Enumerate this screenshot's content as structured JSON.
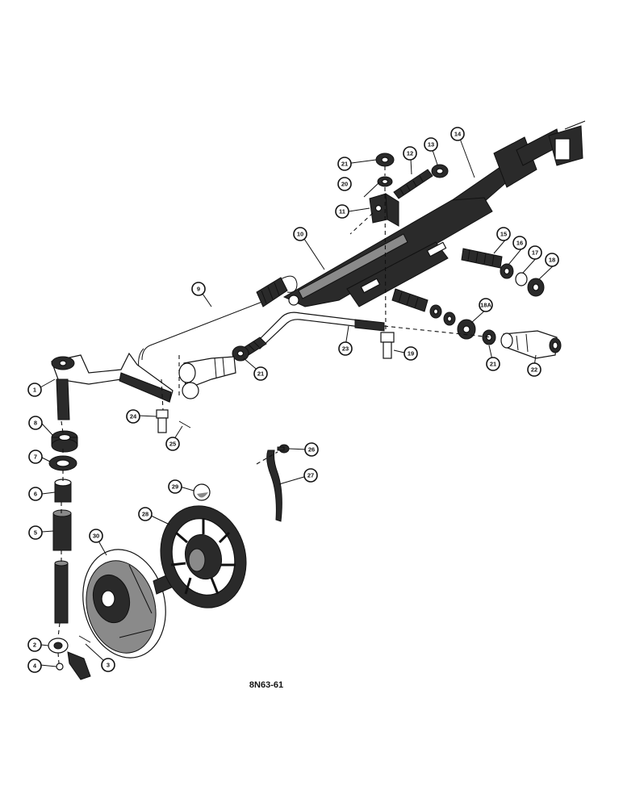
{
  "figure_code": "8N63-61",
  "callouts": [
    {
      "label": "1"
    },
    {
      "label": "2"
    },
    {
      "label": "3"
    },
    {
      "label": "4"
    },
    {
      "label": "5"
    },
    {
      "label": "6"
    },
    {
      "label": "7"
    },
    {
      "label": "8"
    },
    {
      "label": "9"
    },
    {
      "label": "10"
    },
    {
      "label": "11"
    },
    {
      "label": "12"
    },
    {
      "label": "13"
    },
    {
      "label": "14"
    },
    {
      "label": "15"
    },
    {
      "label": "16"
    },
    {
      "label": "17"
    },
    {
      "label": "18"
    },
    {
      "label": "18A"
    },
    {
      "label": "19"
    },
    {
      "label": "20"
    },
    {
      "label": "20"
    },
    {
      "label": "21"
    },
    {
      "label": "21"
    },
    {
      "label": "21"
    },
    {
      "label": "22"
    },
    {
      "label": "23"
    },
    {
      "label": "24"
    },
    {
      "label": "25"
    },
    {
      "label": "26"
    },
    {
      "label": "27"
    },
    {
      "label": "28"
    },
    {
      "label": "29"
    },
    {
      "label": "30"
    }
  ]
}
